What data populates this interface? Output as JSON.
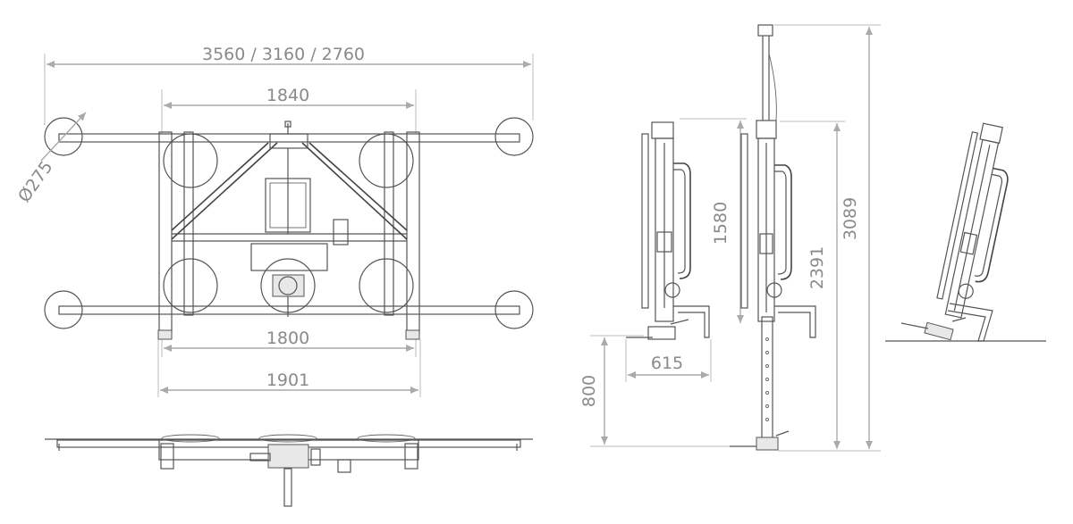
{
  "dimensions": {
    "overall_width": "3560 / 3160 / 2760",
    "frame_top_width": "1840",
    "frame_bottom_width": "1800",
    "frame_outer_width": "1901",
    "cup_diameter": "Ø275",
    "side_height": "1580",
    "lift_height": "2391",
    "total_height": "3089",
    "stand_height": "800",
    "base_depth": "615"
  },
  "colors": {
    "line": "#555555",
    "dimension": "#aaaaaa",
    "text": "#8a8a8a"
  }
}
